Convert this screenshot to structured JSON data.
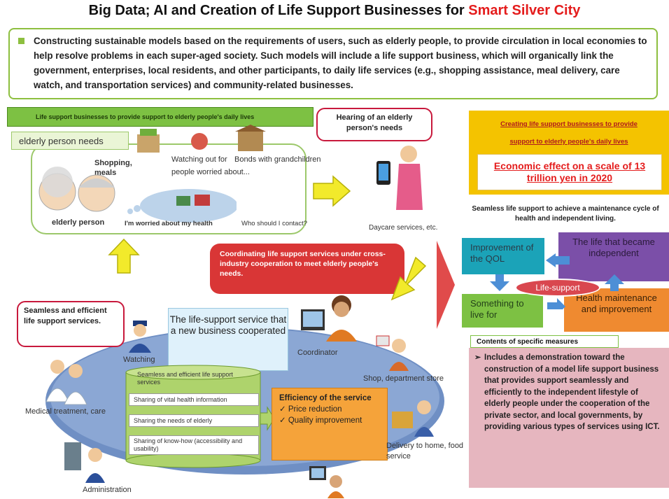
{
  "title": {
    "main": "Big Data; AI and Creation of Life Support Businesses for",
    "highlight": "Smart Silver City"
  },
  "intro": "Constructing sustainable models based on the requirements of users, such as elderly people, to provide circulation in local economies to help resolve problems in each super-aged society. Such models will include a life support business, which will organically link the government, enterprises, local residents, and other participants, to daily life services (e.g., shopping assistance, meal delivery, care watch, and transportation services) and community-related businesses.",
  "left_bar": "Life support businesses to provide support to elderly people's daily lives",
  "needs": {
    "label": "elderly person needs",
    "shopping": "Shopping, meals",
    "watching": "Watching out for",
    "bonds": "Bonds with grandchildren",
    "worried_people": "people worried about...",
    "elderly": "elderly person",
    "health": "I'm worried about my health",
    "contact": "Who should I contact?"
  },
  "hearing_callout": "Hearing of an elderly person's needs",
  "daycare": "Daycare services, etc.",
  "right_top": {
    "line1": "Creating life support businesses to provide",
    "line2": "support to elderly people's daily lives",
    "econ": "Economic effect on a scale of 13 trillion yen in 2020"
  },
  "cycle_caption": "Seamless life support to achieve a maintenance cycle of health and independent living.",
  "cycle": {
    "qol": "Improvement of the QOL",
    "independent": "The life that became independent",
    "center": "Life-support",
    "live": "Something to live for",
    "health": "Health maintenance and improvement"
  },
  "measures": {
    "title": "Contents of specific measures",
    "bullet": "➢",
    "text": "Includes a demonstration toward the construction of a model life support business that provides support seamlessly and efficiently to the independent lifestyle of elderly people under the cooperation of the private sector, and local governments, by providing various types of services using ICT."
  },
  "coordinating": "Coordinating life support services under cross-industry cooperation to meet elderly people's needs.",
  "seamless_callout": "Seamless and efficient life support services.",
  "service_box": "The life-support service that a new business cooperated",
  "coordinator": "Coordinator",
  "watching": "Watching",
  "seamless_small": "Seamless and efficient life support services",
  "strips": {
    "vital": "Sharing of vital health information",
    "needs": "Sharing the needs of elderly",
    "knowhow": "Sharing of know-how (accessibility and usability)"
  },
  "efficiency": {
    "title": "Efficiency of the service",
    "price": "✓ Price reduction",
    "quality": "✓ Quality improvement"
  },
  "medical": "Medical treatment, care",
  "shop": "Shop, department store",
  "delivery": "Delivery to home, food service",
  "administration": "Administration",
  "colors": {
    "green": "#7dc143",
    "red": "#e41c1c",
    "yellow": "#f4c300",
    "teal": "#1ba3b8",
    "purple": "#7b4fa8",
    "orange": "#ef8a30",
    "pink": "#e6b6bf"
  }
}
